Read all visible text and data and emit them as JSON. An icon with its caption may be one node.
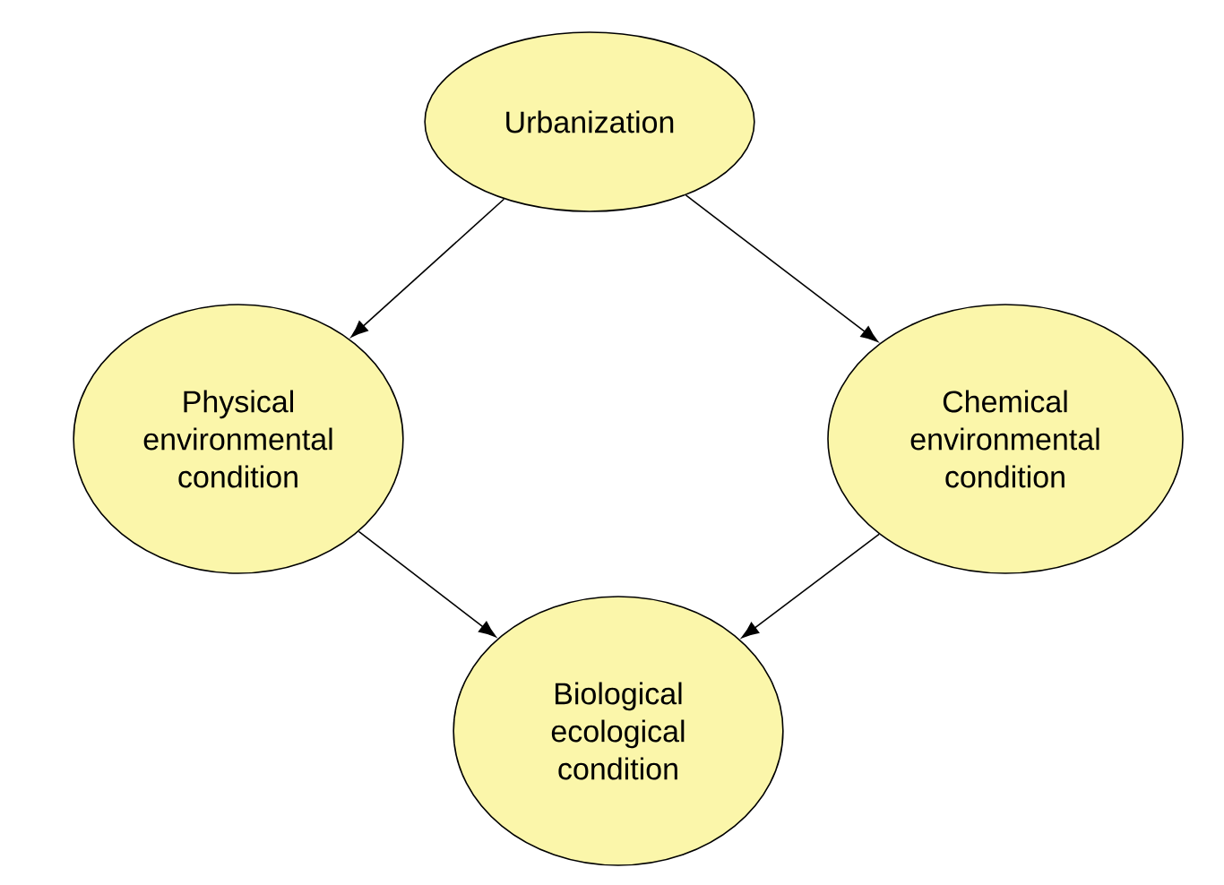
{
  "diagram": {
    "nodes": [
      {
        "text": [
          "Urbanization"
        ]
      },
      {
        "text": [
          "Physical environmental condition"
        ]
      },
      {
        "text": [
          "Chemical environmental condition"
        ]
      },
      {
        "text": [
          "Biological ecological condition"
        ]
      }
    ],
    "edges": [
      {
        "from": 0,
        "to": 1,
        "arrow": "to"
      },
      {
        "from": 0,
        "to": 2,
        "arrow": "to"
      },
      {
        "from": 1,
        "to": 3,
        "arrow": "to"
      },
      {
        "from": 2,
        "to": 3,
        "arrow": "to"
      }
    ]
  }
}
